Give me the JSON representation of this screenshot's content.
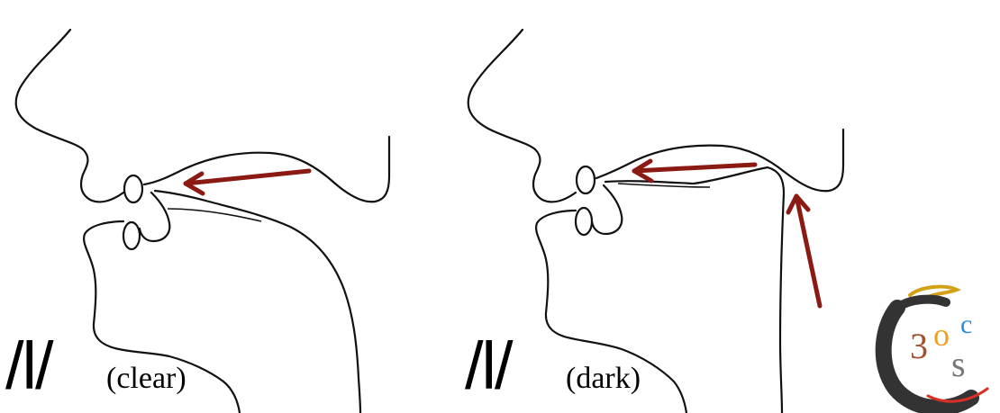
{
  "labels": {
    "left_phoneme": "/l/",
    "left_qualifier": "(clear)",
    "right_phoneme": "/l/",
    "right_qualifier": "(dark)"
  },
  "logo": {
    "glyph_3": "3",
    "glyph_o": "o",
    "glyph_c": "c",
    "glyph_s": "s"
  },
  "colors": {
    "arrow": "#8b1a14",
    "outline": "#111111",
    "logo_ring": "#333333",
    "logo_brown": "#a0522d",
    "logo_orange": "#f0a020",
    "logo_blue": "#2a8fd6",
    "logo_red": "#d93025"
  }
}
